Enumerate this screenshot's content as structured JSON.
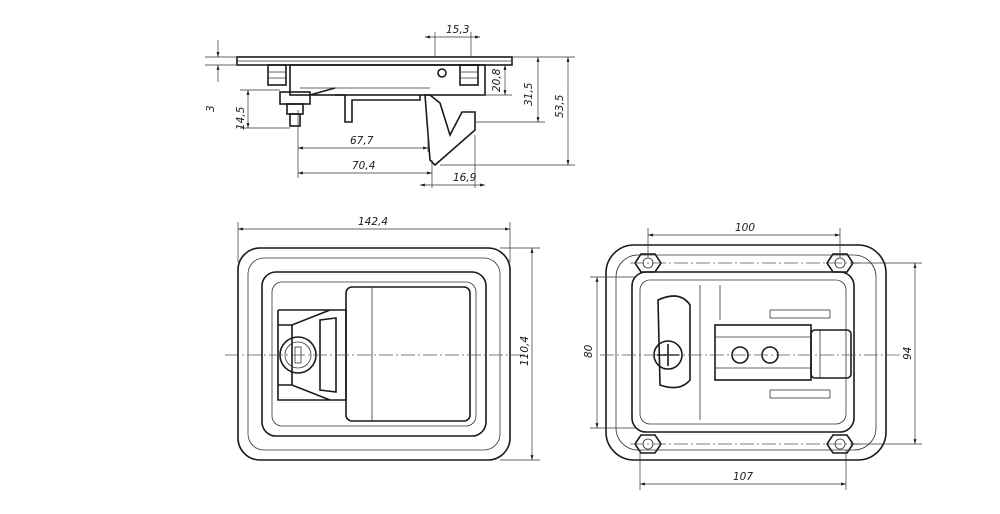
{
  "dimensions": {
    "side_view": {
      "d_15_3": "15,3",
      "d_20_8": "20,8",
      "d_31_5": "31,5",
      "d_53_5": "53,5",
      "d_3": "3",
      "d_14_5": "14,5",
      "d_67_7": "67,7",
      "d_70_4": "70,4",
      "d_16_9": "16,9"
    },
    "front_view": {
      "width": "142,4",
      "height": "110,4"
    },
    "rear_view": {
      "top": "100",
      "bottom": "107",
      "left": "80",
      "right": "94"
    }
  }
}
